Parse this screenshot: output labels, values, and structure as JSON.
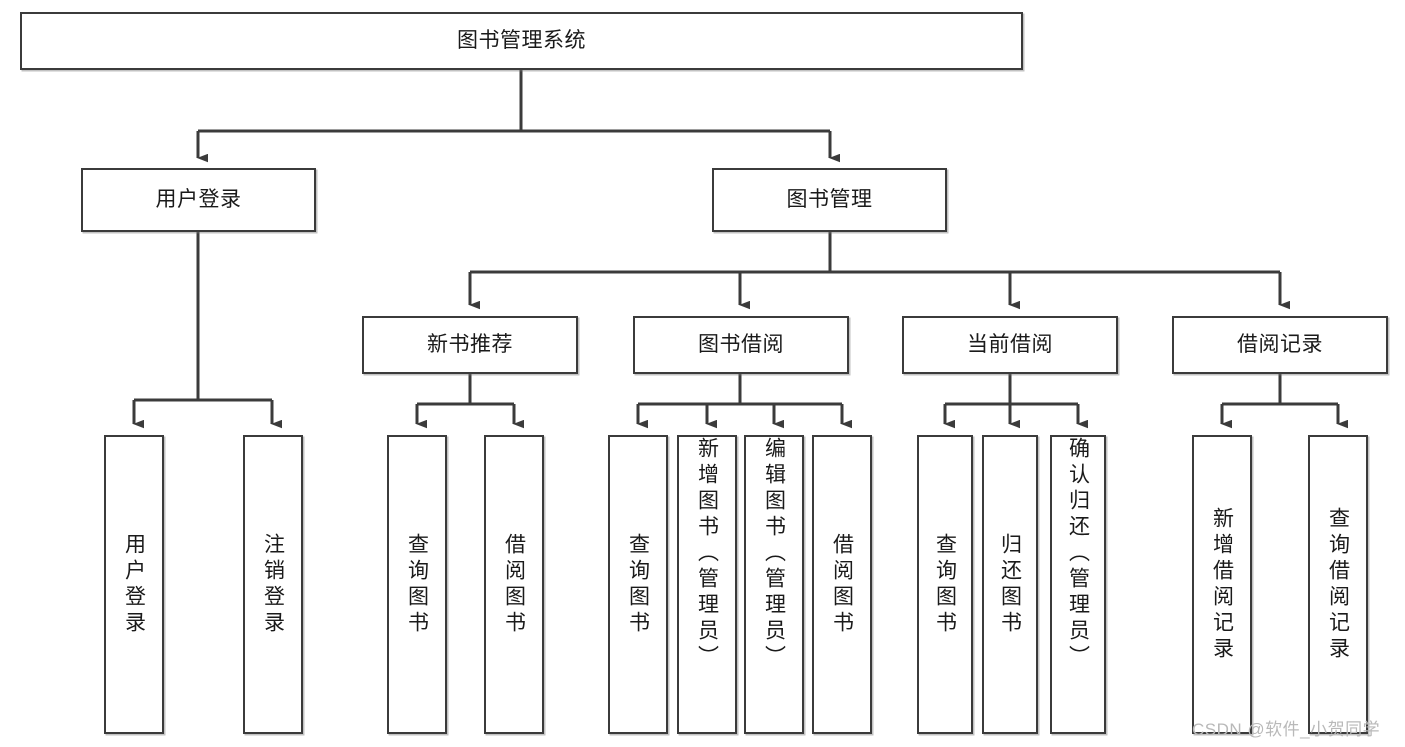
{
  "diagram": {
    "type": "tree-hierarchy-chart",
    "title_node": "图书管理系统",
    "nodes": {
      "root": {
        "label": "图书管理系统"
      },
      "level2": [
        {
          "id": "user-login",
          "label": "用户登录"
        },
        {
          "id": "book-management",
          "label": "图书管理"
        }
      ],
      "level3": [
        {
          "id": "new-book-recommend",
          "label": "新书推荐"
        },
        {
          "id": "book-borrow",
          "label": "图书借阅"
        },
        {
          "id": "current-borrow",
          "label": "当前借阅"
        },
        {
          "id": "borrow-record",
          "label": "借阅记录"
        }
      ],
      "leaves": {
        "user_login": [
          {
            "id": "leaf-user-login",
            "label": "用户登录"
          },
          {
            "id": "leaf-logout-login",
            "label": "注销登录"
          }
        ],
        "new_book_recommend": [
          {
            "id": "leaf-query-book-1",
            "label": "查询图书"
          },
          {
            "id": "leaf-borrow-book-1",
            "label": "借阅图书"
          }
        ],
        "book_borrow": [
          {
            "id": "leaf-query-book-2",
            "label": "查询图书"
          },
          {
            "id": "leaf-add-book",
            "label": "新增图书（管理员）"
          },
          {
            "id": "leaf-edit-book",
            "label": "编辑图书（管理员）"
          },
          {
            "id": "leaf-borrow-book-2",
            "label": "借阅图书"
          }
        ],
        "current_borrow": [
          {
            "id": "leaf-query-book-3",
            "label": "查询图书"
          },
          {
            "id": "leaf-return-book",
            "label": "归还图书"
          },
          {
            "id": "leaf-confirm-return",
            "label": "确认归还（管理员）"
          }
        ],
        "borrow_record": [
          {
            "id": "leaf-add-record",
            "label": "新增借阅记录"
          },
          {
            "id": "leaf-query-record",
            "label": "查询借阅记录"
          }
        ]
      }
    },
    "colors": {
      "stroke": "#3b3b3b",
      "fill": "#ffffff",
      "text": "#1a1a1a",
      "watermark": "#b9b9b9"
    }
  },
  "watermark": {
    "text": "CSDN @软件_小贺同学"
  }
}
